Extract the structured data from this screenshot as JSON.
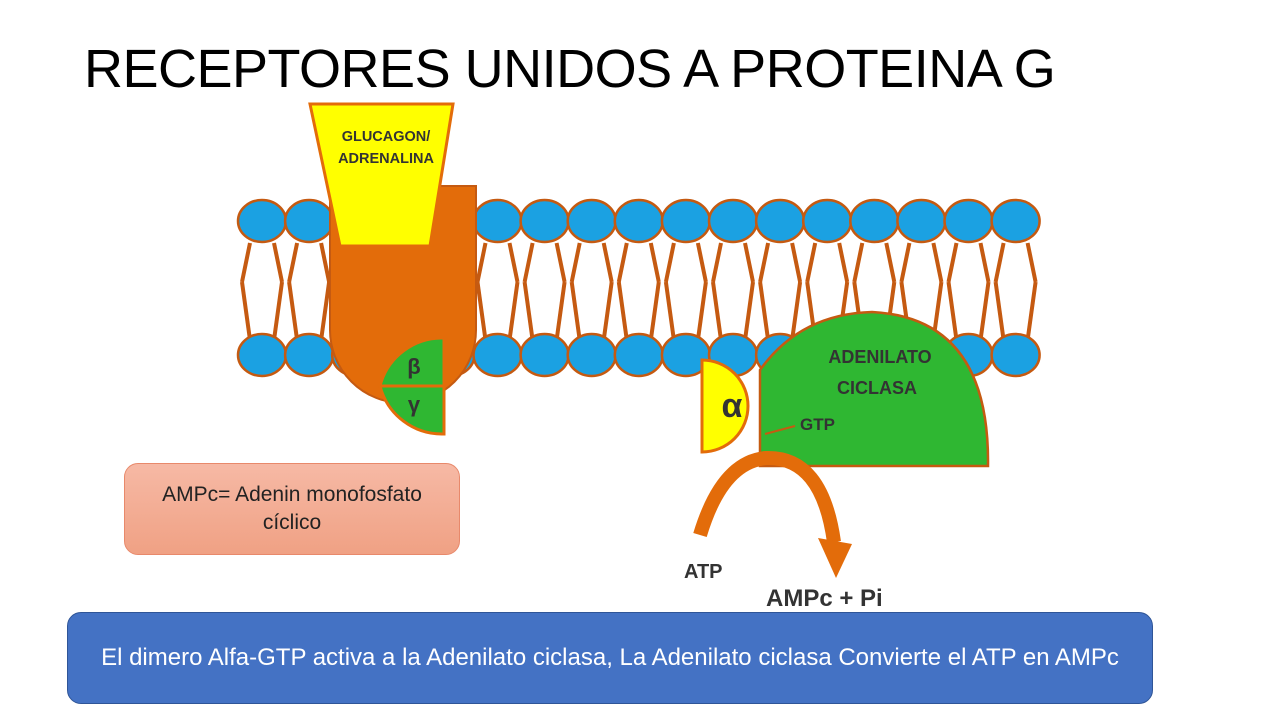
{
  "slide": {
    "title": "RECEPTORES UNIDOS A PROTEINA G"
  },
  "diagram": {
    "ligand_label_line1": "GLUCAGON/",
    "ligand_label_line2": "ADRENALINA",
    "beta_label": "β",
    "gamma_label": "γ",
    "alpha_label": "α",
    "enzyme_label_line1": "ADENILATO",
    "enzyme_label_line2": "CICLASA",
    "gtp_label": "GTP",
    "atp_label": "ATP",
    "product_label": "AMPc + Pi",
    "colors": {
      "ligand": "#ffff00",
      "receptor": "#e36c0a",
      "lipid_head": "#1ba1e2",
      "lipid_outline": "#c55a11",
      "beta_gamma": "#2fb732",
      "enzyme": "#2fb732",
      "arrow": "#e36c0a"
    }
  },
  "notes": {
    "ampc_definition": "AMPc= Adenin monofosfato cíclico",
    "summary": "El dimero Alfa-GTP activa a la Adenilato ciclasa, La Adenilato ciclasa Convierte el ATP en AMPc"
  }
}
